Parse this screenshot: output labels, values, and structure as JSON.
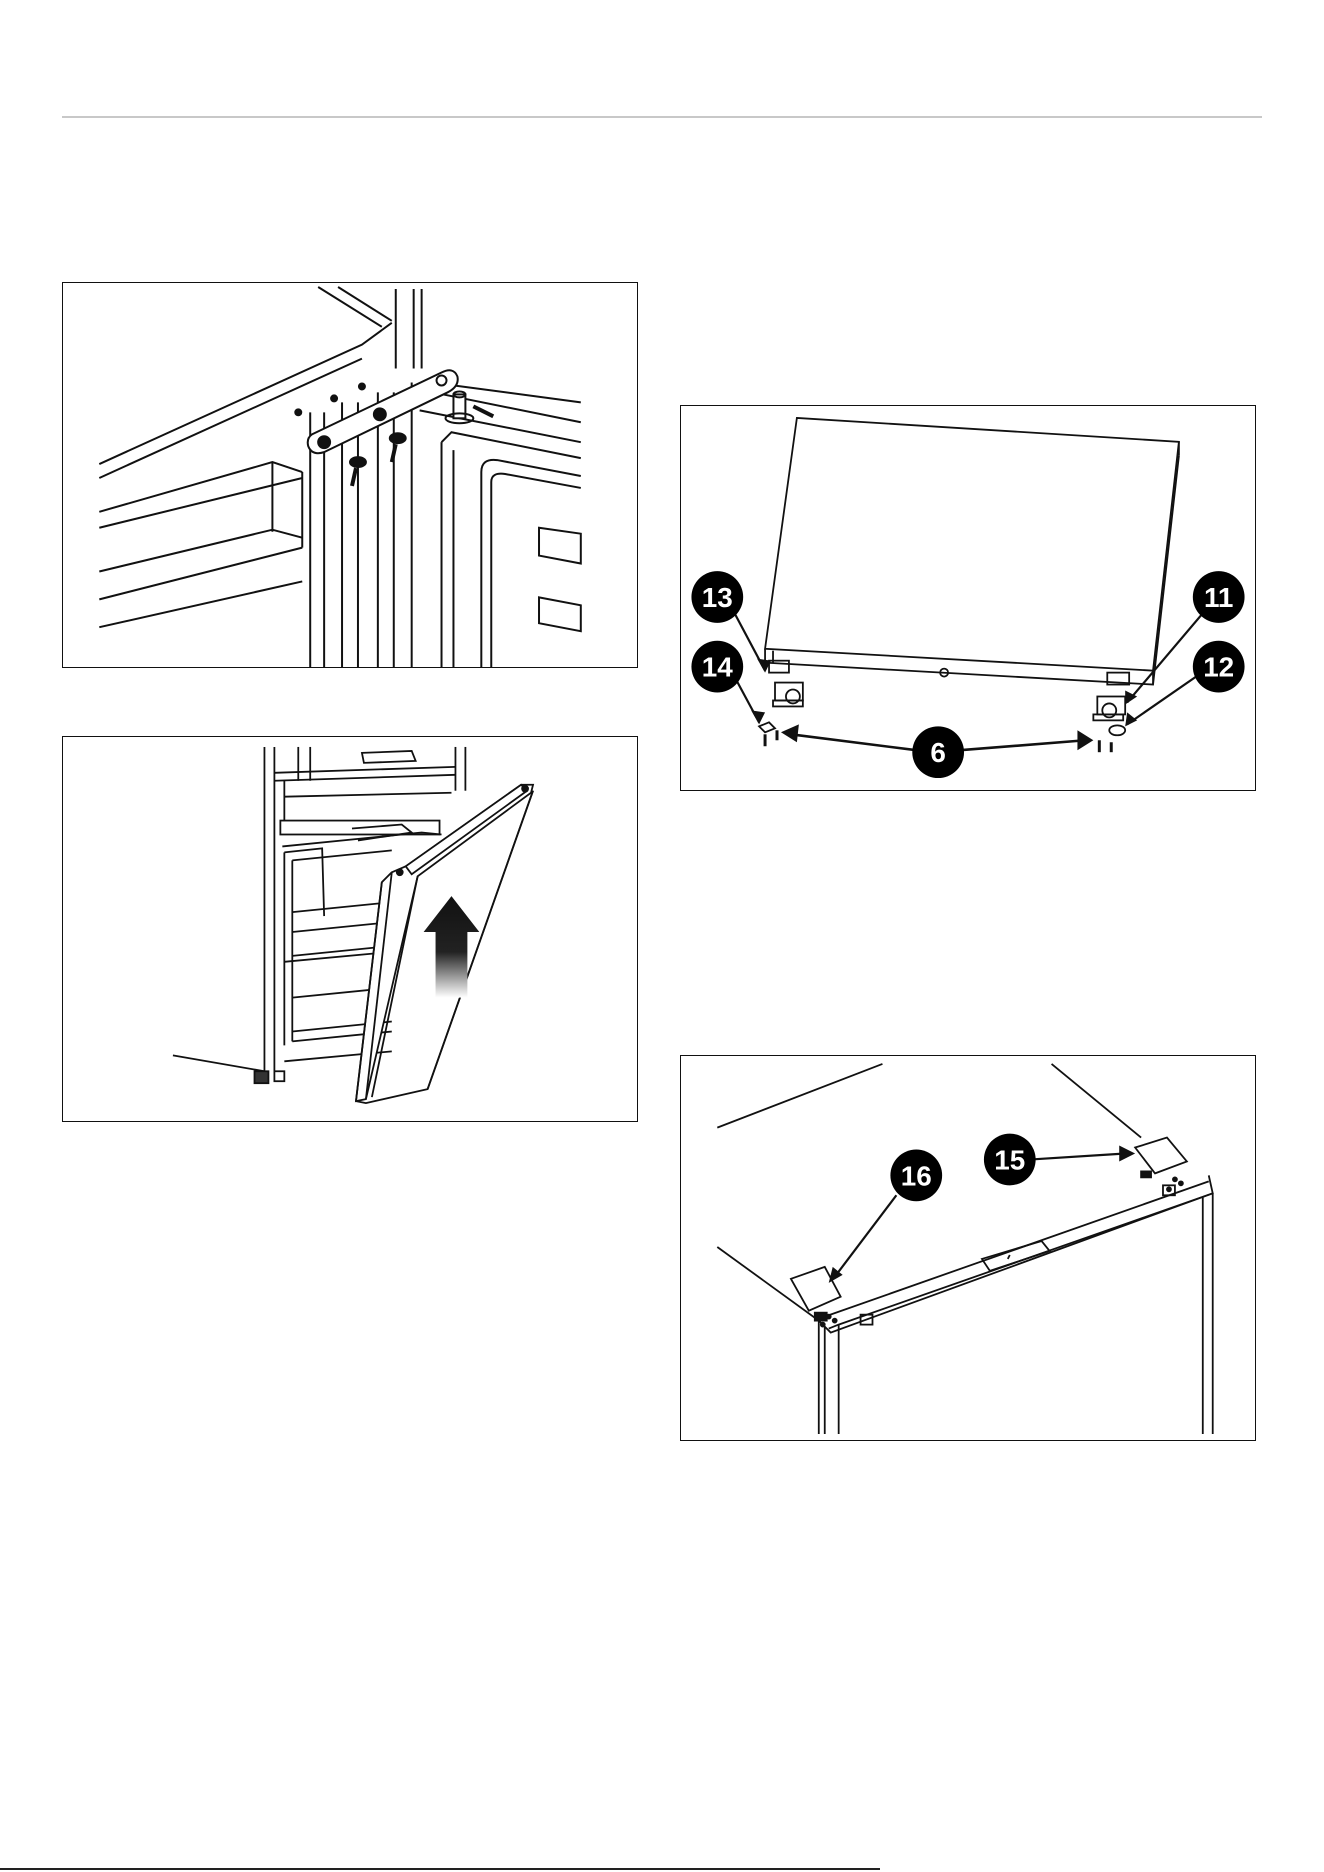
{
  "callouts": {
    "c13": "13",
    "c14": "14",
    "c11": "11",
    "c12": "12",
    "c6": "6",
    "c16": "16",
    "c15": "15"
  },
  "colors": {
    "line": "#111111",
    "callout_fill": "#000000",
    "callout_text": "#ffffff",
    "rule": "#c8c8c8"
  }
}
